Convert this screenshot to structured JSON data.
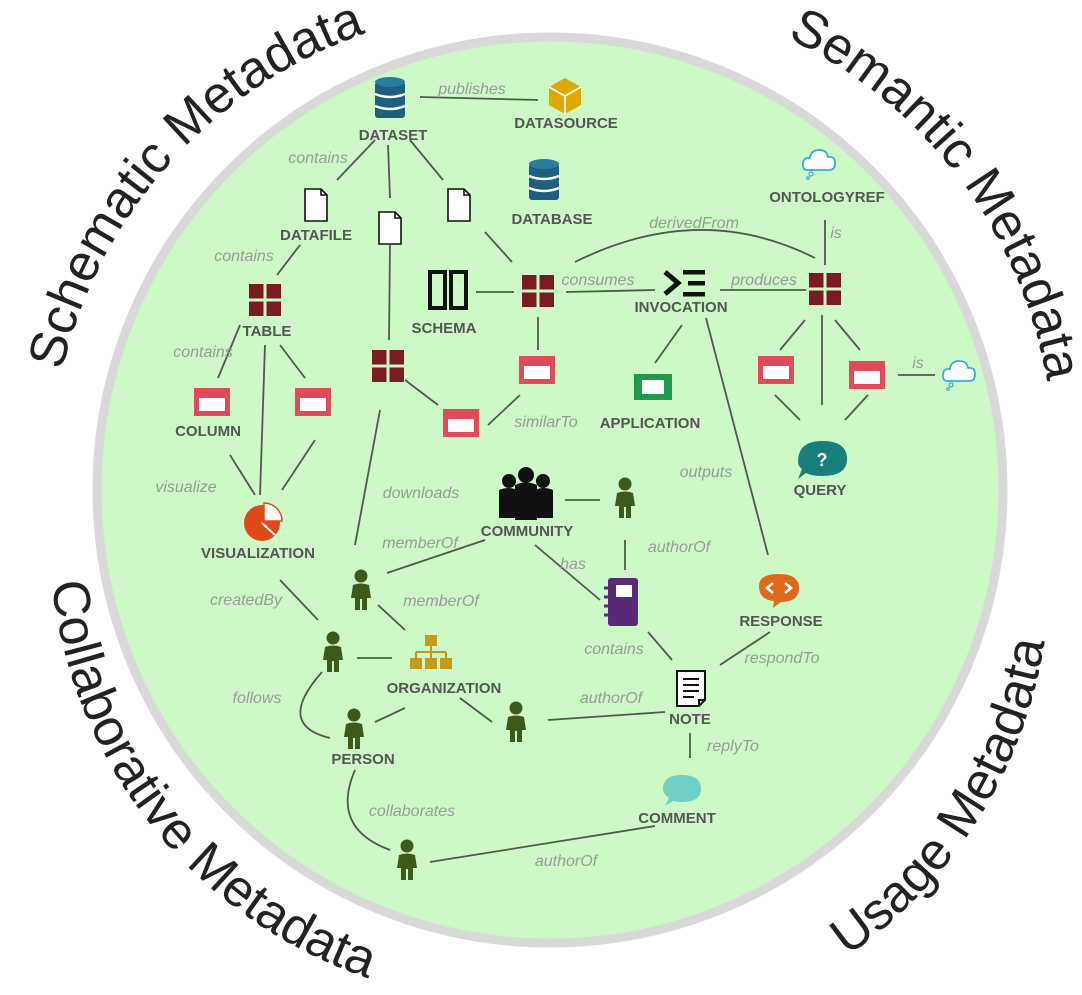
{
  "colors": {
    "background_circle": "#ccf9c6",
    "ring": "#d9d9d9",
    "table_icon": "#7a1a22",
    "column_icon": "#e24a5a",
    "person_icon": "#3d5a1a",
    "database_icon": "#1e5f80",
    "datasource_icon": "#e0a800",
    "ontology_icon": "#3aa9e0",
    "query_icon": "#17807a",
    "application_icon": "#1e9a4a",
    "visualization_icon": "#e04a1a",
    "organization_icon": "#c49a1a",
    "community_icon": "#111111",
    "notebook_icon": "#5a2a7a",
    "response_icon": "#e06a1a",
    "comment_icon": "#6fcfc4"
  },
  "quadrants": {
    "schematic": "Schematic Metadata",
    "semantic": "Semantic Metadata",
    "collaborative": "Collaborative Metadata",
    "usage": "Usage Metadata"
  },
  "nodes": {
    "dataset": {
      "label": "DATASET",
      "icon": "database-icon"
    },
    "datasource": {
      "label": "DATASOURCE",
      "icon": "cube-icon"
    },
    "datafile": {
      "label": "DATAFILE",
      "icon": "file-icon"
    },
    "database": {
      "label": "DATABASE",
      "icon": "database-icon"
    },
    "ontologyref": {
      "label": "ONTOLOGYREF",
      "icon": "cloud-icon"
    },
    "table": {
      "label": "TABLE",
      "icon": "table-icon"
    },
    "schema": {
      "label": "SCHEMA",
      "icon": "schema-icon"
    },
    "invocation": {
      "label": "INVOCATION",
      "icon": "invocation-icon"
    },
    "column": {
      "label": "COLUMN",
      "icon": "column-icon"
    },
    "application": {
      "label": "APPLICATION",
      "icon": "application-icon"
    },
    "query": {
      "label": "QUERY",
      "icon": "query-bubble-icon"
    },
    "visualization": {
      "label": "VISUALIZATION",
      "icon": "pie-chart-icon"
    },
    "community": {
      "label": "COMMUNITY",
      "icon": "group-icon"
    },
    "response": {
      "label": "RESPONSE",
      "icon": "response-icon"
    },
    "organization": {
      "label": "ORGANIZATION",
      "icon": "org-chart-icon"
    },
    "note": {
      "label": "NOTE",
      "icon": "note-icon"
    },
    "person": {
      "label": "PERSON",
      "icon": "person-icon"
    },
    "comment": {
      "label": "COMMENT",
      "icon": "speech-bubble-icon"
    }
  },
  "edge_labels": {
    "publishes": "publishes",
    "contains_dataset": "contains",
    "contains_datafile": "contains",
    "contains_table": "contains",
    "derived_from": "derivedFrom",
    "is_ontology": "is",
    "consumes": "consumes",
    "produces": "produces",
    "is_column": "is",
    "similar_to": "similarTo",
    "outputs": "outputs",
    "visualize": "visualize",
    "downloads": "downloads",
    "member_of_community": "memberOf",
    "has": "has",
    "author_of_notebook": "authorOf",
    "created_by": "createdBy",
    "member_of_org": "memberOf",
    "contains_notebook": "contains",
    "respond_to": "respondTo",
    "follows": "follows",
    "author_of_note": "authorOf",
    "reply_to": "replyTo",
    "collaborates": "collaborates",
    "author_of_comment": "authorOf"
  }
}
